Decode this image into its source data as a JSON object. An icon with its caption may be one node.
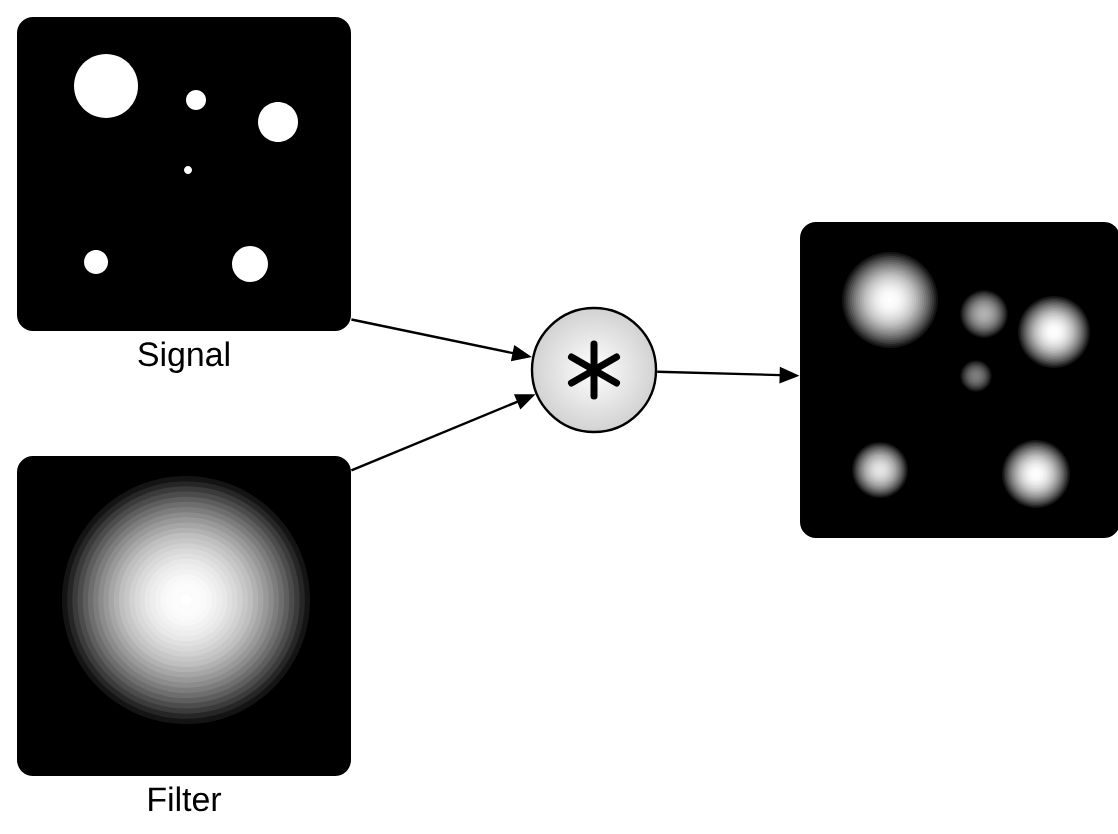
{
  "diagram": {
    "nodes": [
      {
        "text": [
          "Signal"
        ]
      },
      {
        "text": [
          "Filter"
        ]
      },
      {
        "text": [],
        "shape": "circle"
      },
      {
        "text": [],
        "shape": "picture"
      }
    ],
    "edges": [
      {
        "from": 0,
        "to": 2,
        "arrow": "to"
      },
      {
        "from": 1,
        "to": 2,
        "arrow": "to"
      },
      {
        "from": 2,
        "to": 3,
        "arrow": "to"
      }
    ]
  }
}
